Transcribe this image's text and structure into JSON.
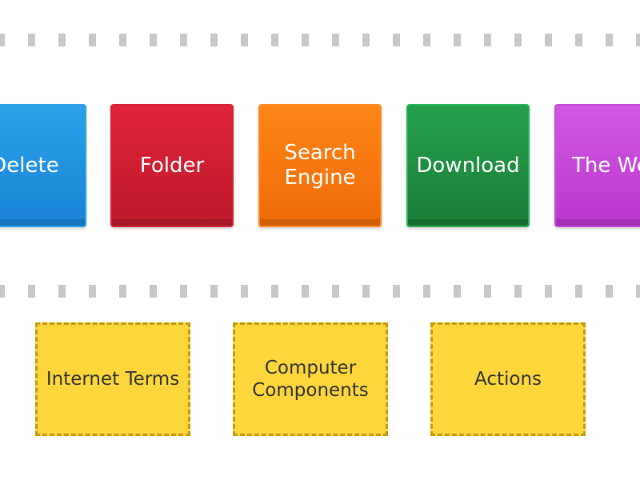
{
  "tiles": [
    {
      "lines": [
        "Delete"
      ],
      "color": "#1e90e0"
    },
    {
      "lines": [
        "Folder"
      ],
      "color": "#d21f31"
    },
    {
      "lines": [
        "Search",
        "Engine"
      ],
      "color": "#f97810"
    },
    {
      "lines": [
        "Download"
      ],
      "color": "#208f42"
    },
    {
      "lines": [
        "The We"
      ],
      "color": "#c447d7"
    }
  ],
  "categories": [
    {
      "lines": [
        "Internet Terms"
      ]
    },
    {
      "lines": [
        "Computer",
        "Components"
      ]
    },
    {
      "lines": [
        "Actions"
      ]
    }
  ],
  "colors": {
    "target_fill": "#fdd63c",
    "target_border": "#c49a12",
    "divider": "#c8c8c8"
  }
}
